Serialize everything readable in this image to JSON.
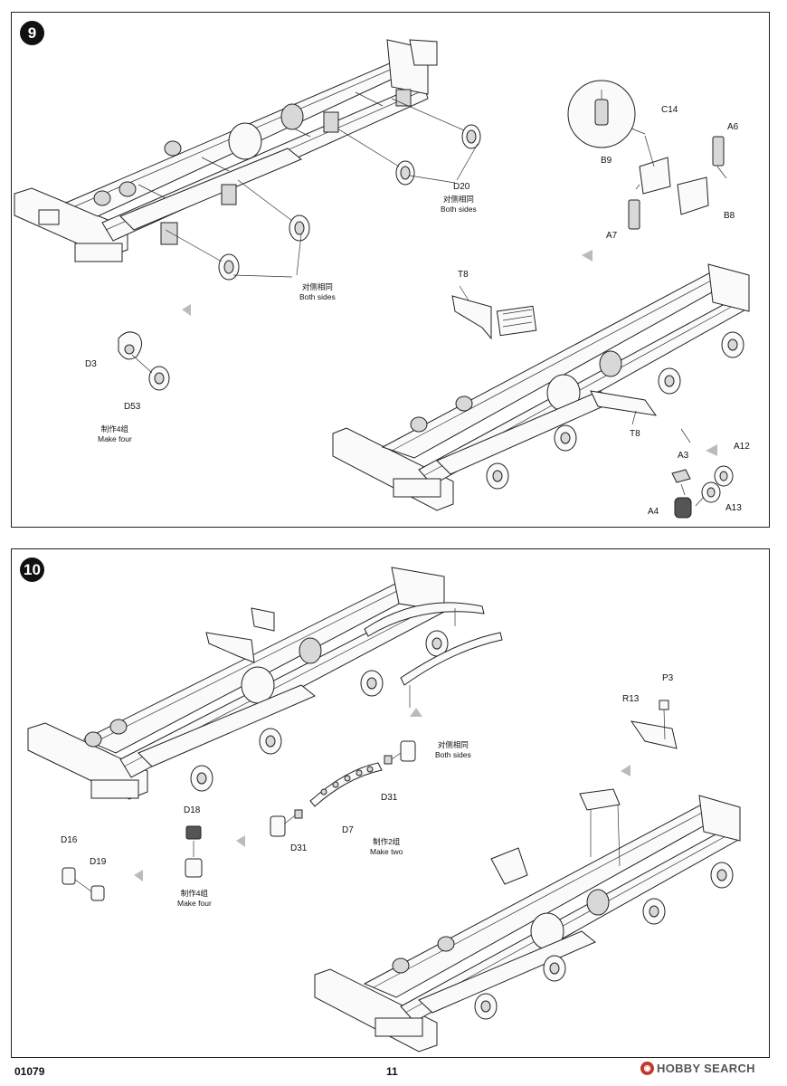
{
  "page": {
    "code": "01079",
    "number": "11"
  },
  "watermark": {
    "brand": "HOBBY SEARCH"
  },
  "step9": {
    "number": "9",
    "labels": {
      "c14": "C14",
      "a6": "A6",
      "b9": "B9",
      "b8": "B8",
      "a7": "A7",
      "d20": "D20",
      "t8_top": "T8",
      "t8_bottom": "T8",
      "d3": "D3",
      "d53": "D53",
      "a3": "A3",
      "a12": "A12",
      "a4": "A4",
      "a13": "A13"
    },
    "notes": {
      "both_sides_d20_cn": "对侧相同",
      "both_sides_d20_en": "Both sides",
      "both_sides_wheels_cn": "对侧相同",
      "both_sides_wheels_en": "Both sides",
      "make_four_cn": "制作4组",
      "make_four_en": "Make four"
    }
  },
  "step10": {
    "number": "10",
    "labels": {
      "p3": "P3",
      "r13": "R13",
      "d18": "D18",
      "d16": "D16",
      "d19": "D19",
      "d31_left": "D31",
      "d31_right": "D31",
      "d7": "D7"
    },
    "notes": {
      "both_sides_cn": "对侧相同",
      "both_sides_en": "Both sides",
      "make_two_cn": "制作2组",
      "make_two_en": "Make two",
      "make_four_cn": "制作4组",
      "make_four_en": "Make four"
    }
  }
}
